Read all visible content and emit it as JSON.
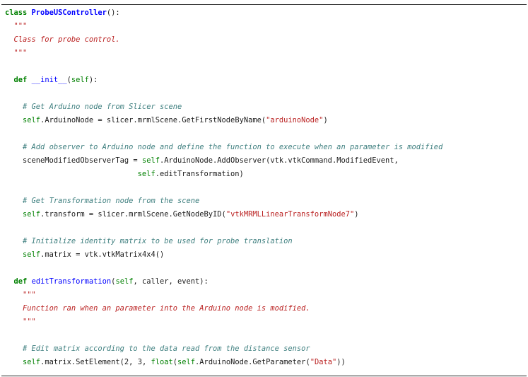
{
  "code": {
    "language": "python",
    "lines": [
      [
        {
          "t": "class",
          "k": "kw"
        },
        {
          "t": " "
        },
        {
          "t": "ProbeUSController",
          "k": "cls"
        },
        {
          "t": "():"
        }
      ],
      [
        {
          "t": "  "
        },
        {
          "t": "\"\"\"",
          "k": "doc"
        }
      ],
      [
        {
          "t": "  "
        },
        {
          "t": "Class for probe control.",
          "k": "doc"
        }
      ],
      [
        {
          "t": "  "
        },
        {
          "t": "\"\"\"",
          "k": "doc"
        }
      ],
      [],
      [
        {
          "t": "  "
        },
        {
          "t": "def",
          "k": "kw"
        },
        {
          "t": " "
        },
        {
          "t": "__init__",
          "k": "fn"
        },
        {
          "t": "("
        },
        {
          "t": "self",
          "k": "self"
        },
        {
          "t": "):"
        }
      ],
      [],
      [
        {
          "t": "    "
        },
        {
          "t": "# Get Arduino node from Slicer scene",
          "k": "cmt"
        }
      ],
      [
        {
          "t": "    "
        },
        {
          "t": "self",
          "k": "self"
        },
        {
          "t": ".ArduinoNode = slicer.mrmlScene.GetFirstNodeByName("
        },
        {
          "t": "\"arduinoNode\"",
          "k": "str"
        },
        {
          "t": ")"
        }
      ],
      [],
      [
        {
          "t": "    "
        },
        {
          "t": "# Add observer to Arduino node and define the function to execute when an parameter is modified",
          "k": "cmt"
        }
      ],
      [
        {
          "t": "    sceneModifiedObserverTag = "
        },
        {
          "t": "self",
          "k": "self"
        },
        {
          "t": ".ArduinoNode.AddObserver(vtk.vtkCommand.ModifiedEvent,"
        }
      ],
      [
        {
          "t": "                              "
        },
        {
          "t": "self",
          "k": "self"
        },
        {
          "t": ".editTransformation)"
        }
      ],
      [],
      [
        {
          "t": "    "
        },
        {
          "t": "# Get Transformation node from the scene",
          "k": "cmt"
        }
      ],
      [
        {
          "t": "    "
        },
        {
          "t": "self",
          "k": "self"
        },
        {
          "t": ".transform = slicer.mrmlScene.GetNodeByID("
        },
        {
          "t": "\"vtkMRMLLinearTransformNode7\"",
          "k": "str"
        },
        {
          "t": ")"
        }
      ],
      [],
      [
        {
          "t": "    "
        },
        {
          "t": "# Initialize identity matrix to be used for probe translation",
          "k": "cmt"
        }
      ],
      [
        {
          "t": "    "
        },
        {
          "t": "self",
          "k": "self"
        },
        {
          "t": ".matrix = vtk.vtkMatrix4x4()"
        }
      ],
      [],
      [
        {
          "t": "  "
        },
        {
          "t": "def",
          "k": "kw"
        },
        {
          "t": " "
        },
        {
          "t": "editTransformation",
          "k": "fn"
        },
        {
          "t": "("
        },
        {
          "t": "self",
          "k": "self"
        },
        {
          "t": ", caller, event):"
        }
      ],
      [
        {
          "t": "    "
        },
        {
          "t": "\"\"\"",
          "k": "doc"
        }
      ],
      [
        {
          "t": "    "
        },
        {
          "t": "Function ran when an parameter into the Arduino node is modified.",
          "k": "doc"
        }
      ],
      [
        {
          "t": "    "
        },
        {
          "t": "\"\"\"",
          "k": "doc"
        }
      ],
      [],
      [
        {
          "t": "    "
        },
        {
          "t": "# Edit matrix according to the data read from the distance sensor",
          "k": "cmt"
        }
      ],
      [
        {
          "t": "    "
        },
        {
          "t": "self",
          "k": "self"
        },
        {
          "t": ".matrix.SetElement(2, 3, "
        },
        {
          "t": "float",
          "k": "bi"
        },
        {
          "t": "("
        },
        {
          "t": "self",
          "k": "self"
        },
        {
          "t": ".ArduinoNode.GetParameter("
        },
        {
          "t": "\"Data\"",
          "k": "str"
        },
        {
          "t": "))"
        }
      ]
    ]
  }
}
